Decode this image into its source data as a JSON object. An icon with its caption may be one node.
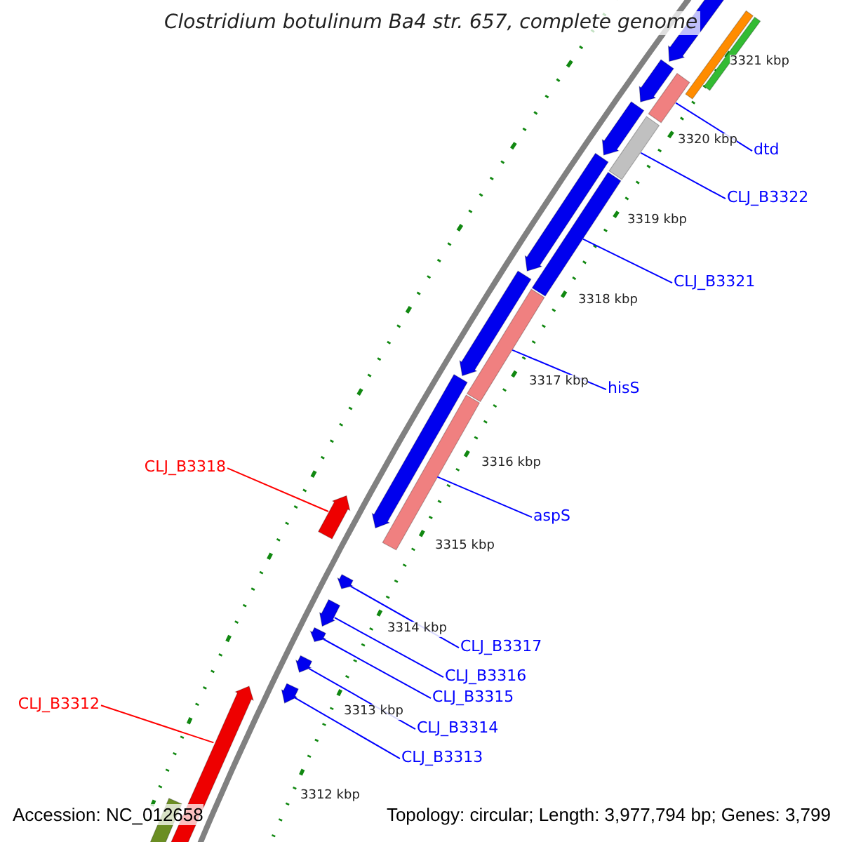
{
  "diagram": {
    "title": "Clostridium botulinum Ba4 str. 657, complete genome",
    "nodes": [
      {
        "text": [
          "dtd"
        ]
      },
      {
        "text": [
          "CLJ_B3322"
        ]
      },
      {
        "text": [
          "CLJ_B3321"
        ]
      },
      {
        "text": [
          "hisS"
        ]
      },
      {
        "text": [
          "CLJ_B3318"
        ]
      },
      {
        "text": [
          "aspS"
        ]
      },
      {
        "text": [
          "CLJ_B3317"
        ]
      },
      {
        "text": [
          "CLJ_B3316"
        ]
      },
      {
        "text": [
          "CLJ_B3315"
        ]
      },
      {
        "text": [
          "CLJ_B3312"
        ]
      },
      {
        "text": [
          "CLJ_B3314"
        ]
      },
      {
        "text": [
          "CLJ_B3313"
        ]
      },
      {
        "text": [],
        "shape": "bar"
      },
      {
        "text": [],
        "shape": "bar"
      },
      {
        "text": [],
        "shape": "bar"
      },
      {
        "text": [],
        "shape": "bar"
      },
      {
        "text": [],
        "shape": "bar"
      },
      {
        "text": [],
        "shape": "bar"
      },
      {
        "text": [],
        "shape": "bar"
      },
      {
        "text": [],
        "shape": "bar"
      },
      {
        "text": [],
        "shape": "bar"
      },
      {
        "text": [],
        "shape": "bar"
      },
      {
        "text": [],
        "shape": "bar"
      },
      {
        "text": [],
        "shape": "bar"
      },
      {
        "text": [],
        "shape": "bar"
      },
      {
        "text": [],
        "shape": "bar"
      },
      {
        "text": [],
        "shape": "bar"
      },
      {
        "text": [],
        "shape": "bar"
      },
      {
        "text": [],
        "shape": "bar"
      },
      {
        "text": [],
        "shape": "bar"
      },
      {
        "text": [],
        "shape": "bar"
      },
      {
        "text": [],
        "shape": "bar"
      },
      {
        "text": [],
        "shape": "bar"
      }
    ],
    "edges": [
      {
        "from": 0,
        "to": 12,
        "arrow": "none"
      },
      {
        "from": 1,
        "to": 13,
        "arrow": "none"
      },
      {
        "from": 2,
        "to": 14,
        "arrow": "none"
      },
      {
        "from": 3,
        "to": 15,
        "arrow": "none"
      },
      {
        "from": 4,
        "to": 17,
        "arrow": "none",
        "color": "#ff0000"
      },
      {
        "from": 5,
        "to": 16,
        "arrow": "none"
      },
      {
        "from": 6,
        "to": 18,
        "arrow": "none"
      },
      {
        "from": 7,
        "to": 19,
        "arrow": "none"
      },
      {
        "from": 8,
        "to": 20,
        "arrow": "none"
      },
      {
        "from": 9,
        "to": 23,
        "arrow": "none",
        "color": "#ff0000"
      },
      {
        "from": 10,
        "to": 21,
        "arrow": "none"
      },
      {
        "from": 11,
        "to": 22,
        "arrow": "none"
      }
    ],
    "labels": [
      "3321 kbp",
      "3320 kbp",
      "3319 kbp",
      "3318 kbp",
      "3317 kbp",
      "3316 kbp",
      "3315 kbp",
      "3314 kbp",
      "3313 kbp",
      "3312 kbp",
      "Accession: NC_012658",
      "Topology: circular; Length: 3,977,794 bp; Genes: 3,799"
    ]
  }
}
